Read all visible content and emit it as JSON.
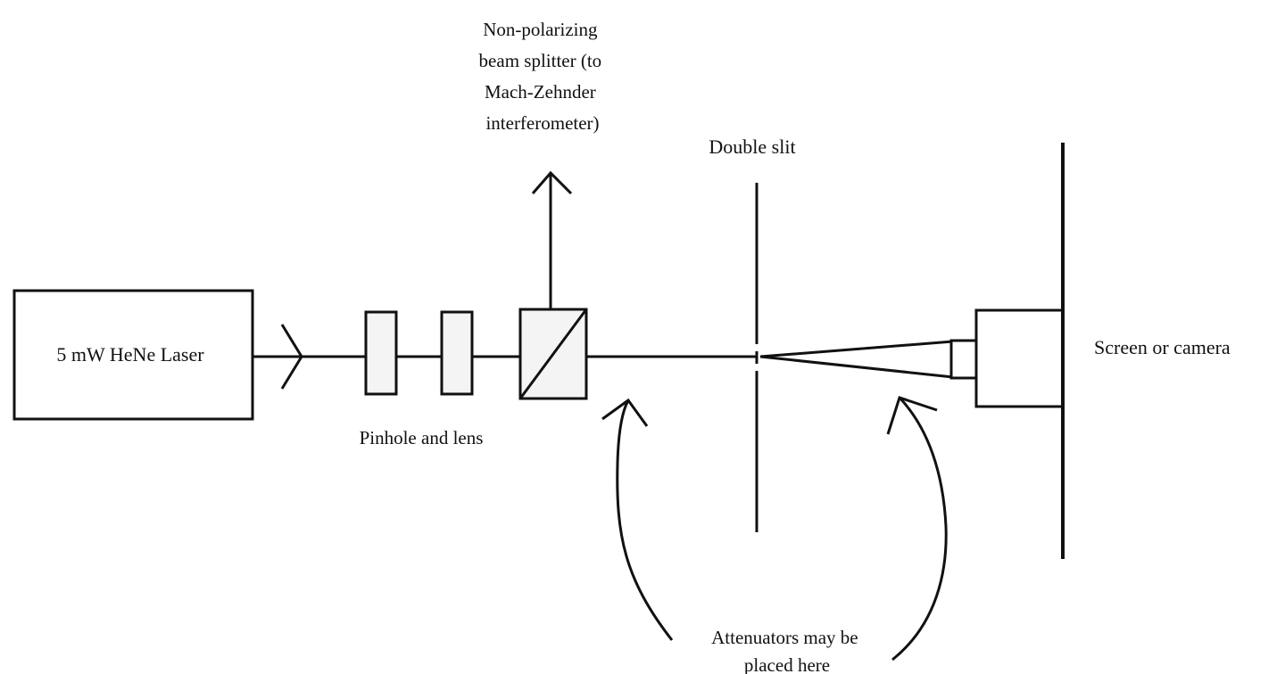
{
  "diagram": {
    "laser_label": "5 mW HeNe Laser",
    "splitter_label": [
      "Non-polarizing",
      "beam splitter (to",
      "Mach-Zehnder",
      "interferometer)"
    ],
    "double_slit_label": "Double slit",
    "pinhole_label": "Pinhole and lens",
    "screen_label": "Screen or camera",
    "attenuators_label": [
      "Attenuators may be",
      "placed here"
    ]
  }
}
